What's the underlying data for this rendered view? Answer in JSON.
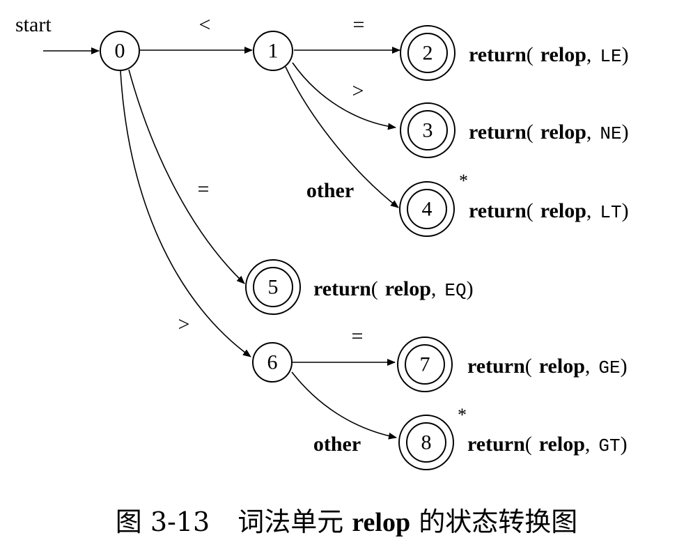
{
  "diagram": {
    "start_label": "start",
    "states": [
      {
        "id": "0",
        "label": "0",
        "accepting": false
      },
      {
        "id": "1",
        "label": "1",
        "accepting": false
      },
      {
        "id": "2",
        "label": "2",
        "accepting": true,
        "retract": false
      },
      {
        "id": "3",
        "label": "3",
        "accepting": true,
        "retract": false
      },
      {
        "id": "4",
        "label": "4",
        "accepting": true,
        "retract": true
      },
      {
        "id": "5",
        "label": "5",
        "accepting": true,
        "retract": false
      },
      {
        "id": "6",
        "label": "6",
        "accepting": false
      },
      {
        "id": "7",
        "label": "7",
        "accepting": true,
        "retract": false
      },
      {
        "id": "8",
        "label": "8",
        "accepting": true,
        "retract": true
      }
    ],
    "edges": [
      {
        "from": "0",
        "to": "1",
        "label": "<"
      },
      {
        "from": "1",
        "to": "2",
        "label": "="
      },
      {
        "from": "1",
        "to": "3",
        "label": ">"
      },
      {
        "from": "1",
        "to": "4",
        "label": "other"
      },
      {
        "from": "0",
        "to": "5",
        "label": "="
      },
      {
        "from": "0",
        "to": "6",
        "label": ">"
      },
      {
        "from": "6",
        "to": "7",
        "label": "="
      },
      {
        "from": "6",
        "to": "8",
        "label": "other"
      }
    ],
    "retract_mark": "*",
    "returns": [
      {
        "state": "2",
        "keyword": "return",
        "open": "(",
        "attr": "relop",
        "comma": ",",
        "token": "LE",
        "close": ")"
      },
      {
        "state": "3",
        "keyword": "return",
        "open": "(",
        "attr": "relop",
        "comma": ",",
        "token": "NE",
        "close": ")"
      },
      {
        "state": "4",
        "keyword": "return",
        "open": "(",
        "attr": "relop",
        "comma": ",",
        "token": "LT",
        "close": ")"
      },
      {
        "state": "5",
        "keyword": "return",
        "open": "(",
        "attr": "relop",
        "comma": ",",
        "token": "EQ",
        "close": ")"
      },
      {
        "state": "7",
        "keyword": "return",
        "open": "(",
        "attr": "relop",
        "comma": ",",
        "token": "GE",
        "close": ")"
      },
      {
        "state": "8",
        "keyword": "return",
        "open": "(",
        "attr": "relop",
        "comma": ",",
        "token": "GT",
        "close": ")"
      }
    ]
  },
  "caption": {
    "figure_no": "图 3-13",
    "before": "词法单元",
    "bold": "relop",
    "after": "的状态转换图"
  }
}
